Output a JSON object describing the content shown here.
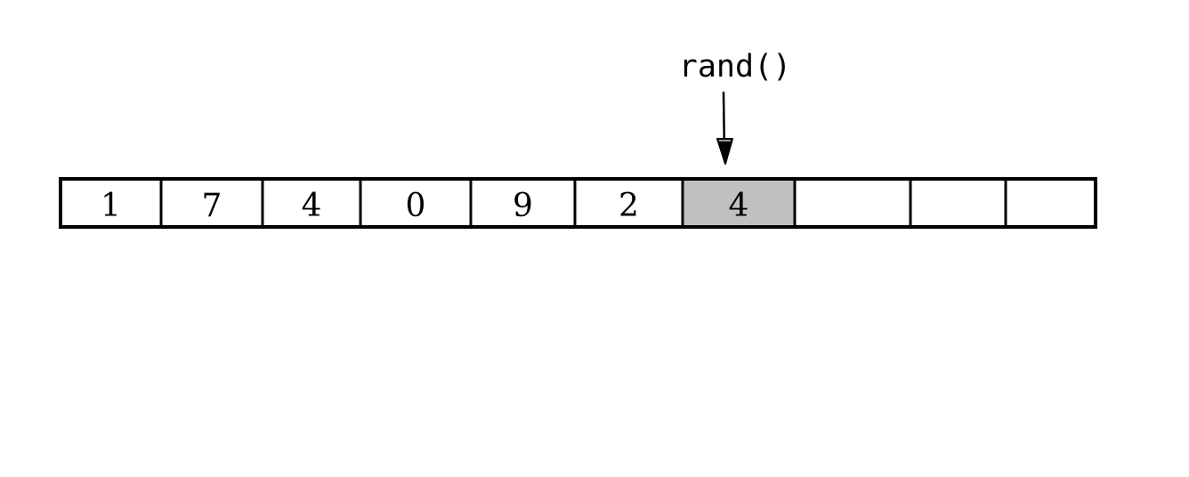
{
  "pointer": {
    "label": "rand()"
  },
  "array": {
    "cells": [
      {
        "value": "1",
        "highlighted": false
      },
      {
        "value": "7",
        "highlighted": false
      },
      {
        "value": "4",
        "highlighted": false
      },
      {
        "value": "0",
        "highlighted": false
      },
      {
        "value": "9",
        "highlighted": false
      },
      {
        "value": "2",
        "highlighted": false
      },
      {
        "value": "4",
        "highlighted": true
      },
      {
        "value": "",
        "highlighted": false
      },
      {
        "value": "",
        "highlighted": false
      },
      {
        "value": "",
        "highlighted": false
      }
    ]
  },
  "colors": {
    "highlight": "#c0c0c0",
    "stroke": "#000000",
    "background": "#ffffff"
  }
}
